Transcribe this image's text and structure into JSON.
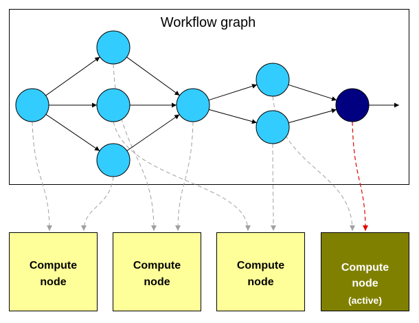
{
  "title": "Workflow graph",
  "colors": {
    "task": "#33ccff",
    "task_active": "#000080",
    "edge": "#000000",
    "mapping": "#a0a0a0",
    "mapping_active": "#e00000",
    "compute_fill": "#ffff99",
    "compute_active_fill": "#808000",
    "compute_text": "#000000",
    "compute_active_text": "#ffffff"
  },
  "tasks": [
    {
      "id": "t1",
      "active": false
    },
    {
      "id": "t2",
      "active": false
    },
    {
      "id": "t3",
      "active": false
    },
    {
      "id": "t4",
      "active": false
    },
    {
      "id": "t5",
      "active": false
    },
    {
      "id": "t6",
      "active": false
    },
    {
      "id": "t7",
      "active": false
    },
    {
      "id": "t8",
      "active": true
    }
  ],
  "edges": [
    [
      "t1",
      "t2"
    ],
    [
      "t1",
      "t3"
    ],
    [
      "t1",
      "t4"
    ],
    [
      "t2",
      "t5"
    ],
    [
      "t3",
      "t5"
    ],
    [
      "t4",
      "t5"
    ],
    [
      "t5",
      "t6"
    ],
    [
      "t5",
      "t7"
    ],
    [
      "t6",
      "t8"
    ],
    [
      "t7",
      "t8"
    ],
    [
      "t8",
      "out"
    ]
  ],
  "compute_nodes": [
    {
      "label_line1": "Compute",
      "label_line2": "node",
      "status": "",
      "active": false
    },
    {
      "label_line1": "Compute",
      "label_line2": "node",
      "status": "",
      "active": false
    },
    {
      "label_line1": "Compute",
      "label_line2": "node",
      "status": "",
      "active": false
    },
    {
      "label_line1": "Compute",
      "label_line2": "node",
      "status": "(active)",
      "active": true
    }
  ],
  "assignments": [
    {
      "task": "t1",
      "node": 0,
      "active": false
    },
    {
      "task": "t4",
      "node": 0,
      "active": false
    },
    {
      "task": "t2",
      "node": 1,
      "active": false
    },
    {
      "task": "t5",
      "node": 1,
      "active": false
    },
    {
      "task": "t3",
      "node": 2,
      "active": false
    },
    {
      "task": "t7",
      "node": 2,
      "active": false
    },
    {
      "task": "t6",
      "node": 3,
      "active": false
    },
    {
      "task": "t8",
      "node": 3,
      "active": true
    }
  ]
}
